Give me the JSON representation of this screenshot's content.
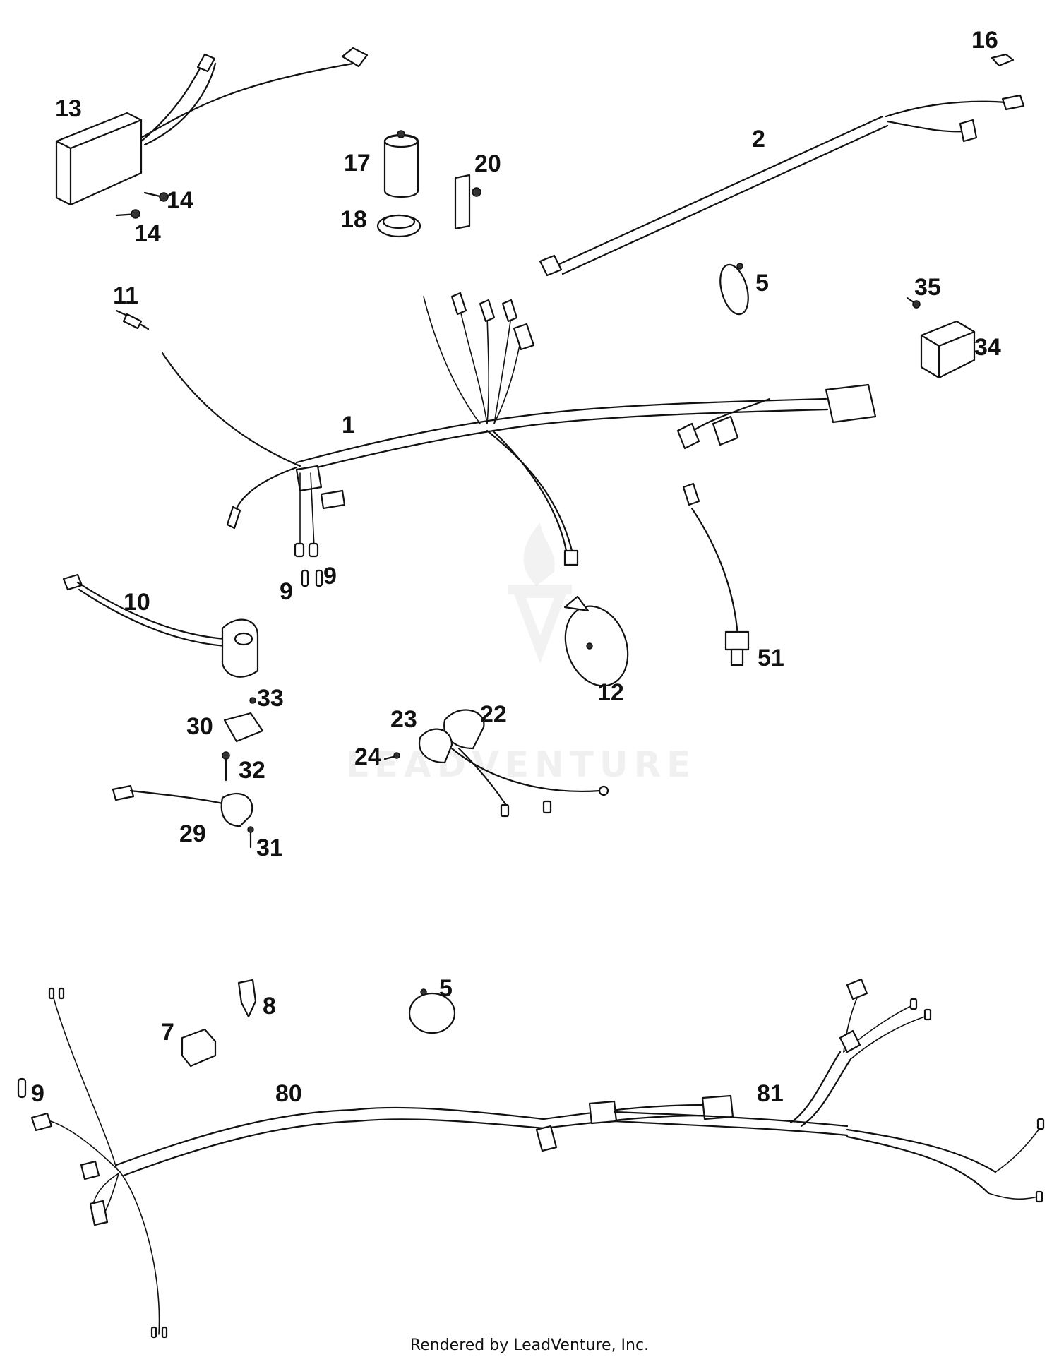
{
  "diagram": {
    "watermark_text": "LEADVENTURE",
    "credit": "Rendered by LeadVenture, Inc.",
    "callouts": {
      "c1": "1",
      "c2": "2",
      "c5a": "5",
      "c5b": "5",
      "c7": "7",
      "c8": "8",
      "c9a": "9",
      "c9b": "9",
      "c9c": "9",
      "c10": "10",
      "c11": "11",
      "c12": "12",
      "c13": "13",
      "c14a": "14",
      "c14b": "14",
      "c16": "16",
      "c17": "17",
      "c18": "18",
      "c20": "20",
      "c22": "22",
      "c23": "23",
      "c24": "24",
      "c29": "29",
      "c30": "30",
      "c31": "31",
      "c32": "32",
      "c33": "33",
      "c34": "34",
      "c35": "35",
      "c51": "51",
      "c80": "80",
      "c81": "81"
    }
  }
}
